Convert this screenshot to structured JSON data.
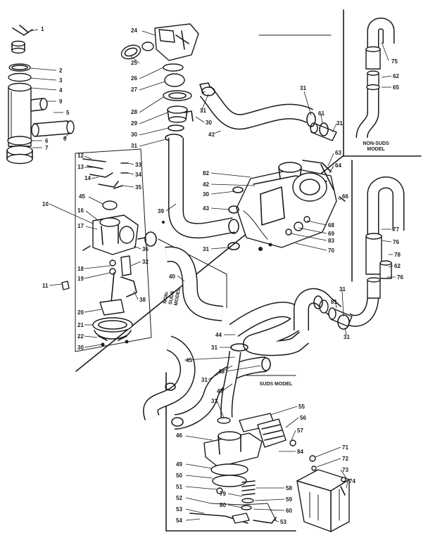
{
  "labels": [
    {
      "id": "l1",
      "text": "1"
    },
    {
      "id": "l2",
      "text": "2"
    },
    {
      "id": "l3",
      "text": "3"
    },
    {
      "id": "l4",
      "text": "4"
    },
    {
      "id": "l9a",
      "text": "9"
    },
    {
      "id": "l5",
      "text": "5"
    },
    {
      "id": "l6",
      "text": "6"
    },
    {
      "id": "l9b",
      "text": "9"
    },
    {
      "id": "l7",
      "text": "7"
    },
    {
      "id": "l24",
      "text": "24"
    },
    {
      "id": "l25",
      "text": "25"
    },
    {
      "id": "l26",
      "text": "26"
    },
    {
      "id": "l27",
      "text": "27"
    },
    {
      "id": "l28",
      "text": "28"
    },
    {
      "id": "l29",
      "text": "29"
    },
    {
      "id": "l30a",
      "text": "30"
    },
    {
      "id": "l31a",
      "text": "31"
    },
    {
      "id": "l30b",
      "text": "30"
    },
    {
      "id": "l31b",
      "text": "31"
    },
    {
      "id": "l41",
      "text": "41"
    },
    {
      "id": "l12",
      "text": "12"
    },
    {
      "id": "l13",
      "text": "13"
    },
    {
      "id": "l14",
      "text": "14"
    },
    {
      "id": "l33",
      "text": "33"
    },
    {
      "id": "l34",
      "text": "34"
    },
    {
      "id": "l35",
      "text": "35"
    },
    {
      "id": "l45a",
      "text": "45"
    },
    {
      "id": "l10",
      "text": "10"
    },
    {
      "id": "l16",
      "text": "16"
    },
    {
      "id": "l17",
      "text": "17"
    },
    {
      "id": "l36",
      "text": "36"
    },
    {
      "id": "l32",
      "text": "32"
    },
    {
      "id": "l18",
      "text": "18"
    },
    {
      "id": "l19",
      "text": "19"
    },
    {
      "id": "l11",
      "text": "11"
    },
    {
      "id": "l38",
      "text": "38"
    },
    {
      "id": "l20",
      "text": "20"
    },
    {
      "id": "l21",
      "text": "21"
    },
    {
      "id": "l22",
      "text": "22"
    },
    {
      "id": "l30c",
      "text": "30"
    },
    {
      "id": "l39",
      "text": "39"
    },
    {
      "id": "l40",
      "text": "40"
    },
    {
      "id": "l82",
      "text": "82"
    },
    {
      "id": "l42",
      "text": "42"
    },
    {
      "id": "l30d",
      "text": "30"
    },
    {
      "id": "l43",
      "text": "43"
    },
    {
      "id": "l31c",
      "text": "31"
    },
    {
      "id": "l63",
      "text": "63"
    },
    {
      "id": "l64",
      "text": "64"
    },
    {
      "id": "l66",
      "text": "66"
    },
    {
      "id": "l68",
      "text": "68"
    },
    {
      "id": "l69",
      "text": "69"
    },
    {
      "id": "l83",
      "text": "83"
    },
    {
      "id": "l70",
      "text": "70"
    },
    {
      "id": "l31d",
      "text": "31"
    },
    {
      "id": "l61",
      "text": "61"
    },
    {
      "id": "l31e",
      "text": "31"
    },
    {
      "id": "l75",
      "text": "75"
    },
    {
      "id": "l62a",
      "text": "62"
    },
    {
      "id": "l65",
      "text": "65"
    },
    {
      "id": "l77",
      "text": "77"
    },
    {
      "id": "l76",
      "text": "76"
    },
    {
      "id": "l78",
      "text": "78"
    },
    {
      "id": "l62b",
      "text": "62"
    },
    {
      "id": "l76b",
      "text": "76"
    },
    {
      "id": "l31f",
      "text": "31"
    },
    {
      "id": "l81",
      "text": "81"
    },
    {
      "id": "l31g",
      "text": "31"
    },
    {
      "id": "l44",
      "text": "44"
    },
    {
      "id": "l31h",
      "text": "31"
    },
    {
      "id": "l45b",
      "text": "45"
    },
    {
      "id": "l48",
      "text": "48"
    },
    {
      "id": "l31i",
      "text": "31"
    },
    {
      "id": "l47",
      "text": "47"
    },
    {
      "id": "l31j",
      "text": "31"
    },
    {
      "id": "l55",
      "text": "55"
    },
    {
      "id": "l56",
      "text": "56"
    },
    {
      "id": "l57",
      "text": "57"
    },
    {
      "id": "l46",
      "text": "46"
    },
    {
      "id": "l84",
      "text": "84"
    },
    {
      "id": "l49",
      "text": "49"
    },
    {
      "id": "l50",
      "text": "50"
    },
    {
      "id": "l51",
      "text": "51"
    },
    {
      "id": "l58",
      "text": "58"
    },
    {
      "id": "l79",
      "text": "79"
    },
    {
      "id": "l59",
      "text": "59"
    },
    {
      "id": "l80",
      "text": "80"
    },
    {
      "id": "l60",
      "text": "60"
    },
    {
      "id": "l52",
      "text": "52"
    },
    {
      "id": "l53a",
      "text": "53"
    },
    {
      "id": "l54",
      "text": "54"
    },
    {
      "id": "l53b",
      "text": "53"
    },
    {
      "id": "l71",
      "text": "71"
    },
    {
      "id": "l72",
      "text": "72"
    },
    {
      "id": "l73",
      "text": "73"
    },
    {
      "id": "l74",
      "text": "74"
    }
  ],
  "captions": {
    "non_suds_right": [
      "NON-SUDS",
      "MODEL"
    ],
    "non_suds_center": [
      "NON-",
      "SUDS",
      "MODEL"
    ],
    "suds_model": "SUDS MODEL"
  }
}
